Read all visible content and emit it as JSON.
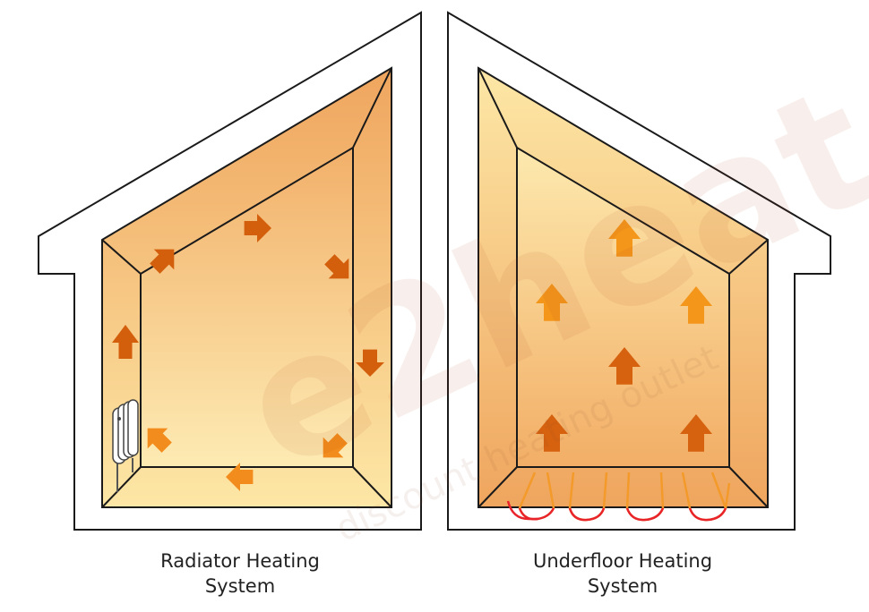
{
  "watermark": {
    "brand": "e2heat",
    "tagline": "discount heating outlet"
  },
  "diagrams": [
    {
      "caption_line1": "Radiator Heating",
      "caption_line2": "System"
    },
    {
      "caption_line1": "Underfloor Heating",
      "caption_line2": "System"
    }
  ],
  "colors": {
    "warm_dark": "#EFA55E",
    "warm_light": "#FDE7A6",
    "arrow_radiator": "#D35E0C",
    "arrow_radiator_light": "#F28C1C",
    "arrow_underfloor_light": "#F3961A",
    "arrow_underfloor_dark": "#D6610F",
    "pipe": "#E8242A",
    "outline": "#1a1a1a"
  },
  "icons": [
    "radiator-icon",
    "heat-flow-arrow-icon",
    "underfloor-pipe-icon"
  ]
}
